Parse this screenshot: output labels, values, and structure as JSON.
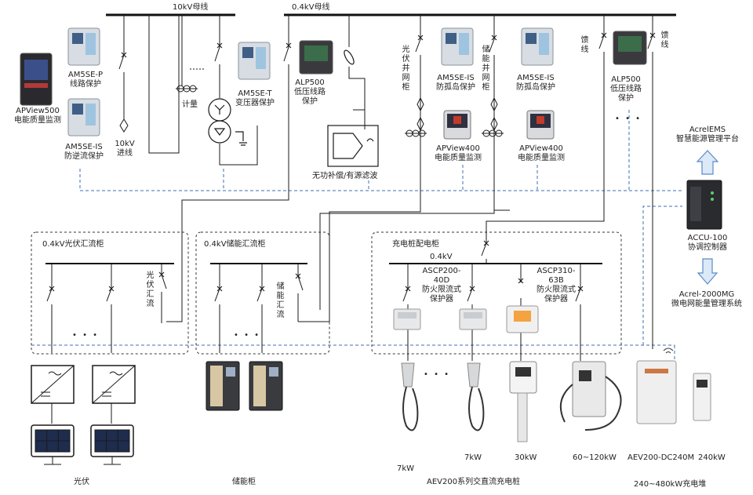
{
  "buses": {
    "hv": "10kV母线",
    "lv": "0.4kV母线"
  },
  "devices": {
    "apview500_left": "APView500\n电能质量监测",
    "amsse_p": "AM5SE-P\n线路保护",
    "amsse_is_left": "AM5SE-IS\n防逆流保护",
    "incoming": "10kV\n进线",
    "metering": "计量",
    "amsse_t": "AM5SE-T\n变压器保护",
    "alp500_left": "ALP500\n低压线路\n保护",
    "compensation": "无功补偿/有源滤波",
    "pv_cabinet": "光伏并网柜",
    "amsse_is_pv": "AM5SE-IS\n防孤岛保护",
    "apview400_pv": "APView400\n电能质量监测",
    "storage_cabinet": "储能并网柜",
    "amsse_is_st": "AM5SE-IS\n防孤岛保护",
    "apview400_st": "APView400\n电能质量监测",
    "feeder1": "馈线",
    "feeder2": "馈线",
    "alp500_right": "ALP500\n低压线路\n保护"
  },
  "system": {
    "ems": "AcrelEMS\n智慧能源管理平台",
    "accu": "ACCU-100\n协调控制器",
    "microgrid": "Acrel-2000MG\n微电网能量管理系统"
  },
  "boxes": {
    "pv_combiner": "0.4kV光伏汇流柜",
    "pv_combine_label": "光伏汇流",
    "storage_combiner": "0.4kV储能汇流柜",
    "storage_combine_label": "储能汇流",
    "charging_dist": "充电桩配电柜",
    "charging_bus": "0.4kV",
    "ascp200": "ASCP200-\n40D\n防火限流式\n保护器",
    "ascp310": "ASCP310-\n63B\n防火限流式\n保护器"
  },
  "bottom": {
    "pv": "光伏",
    "storage": "储能柜",
    "ac_dc": "AEV200系列交直流充电桩",
    "heap": "240~480kW充电堆",
    "power_7a": "7kW",
    "power_7b": "7kW",
    "power_30": "30kW",
    "power_60": "60~120kW",
    "dc240": "AEV200-DC240M",
    "power_240": "240kW"
  },
  "ellipsis": "• • •",
  "colors": {
    "line": "#1a1a1a",
    "dash": "#3b6fb6",
    "arrow_fill": "#dce9f7",
    "arrow_stroke": "#5b8ac8"
  }
}
